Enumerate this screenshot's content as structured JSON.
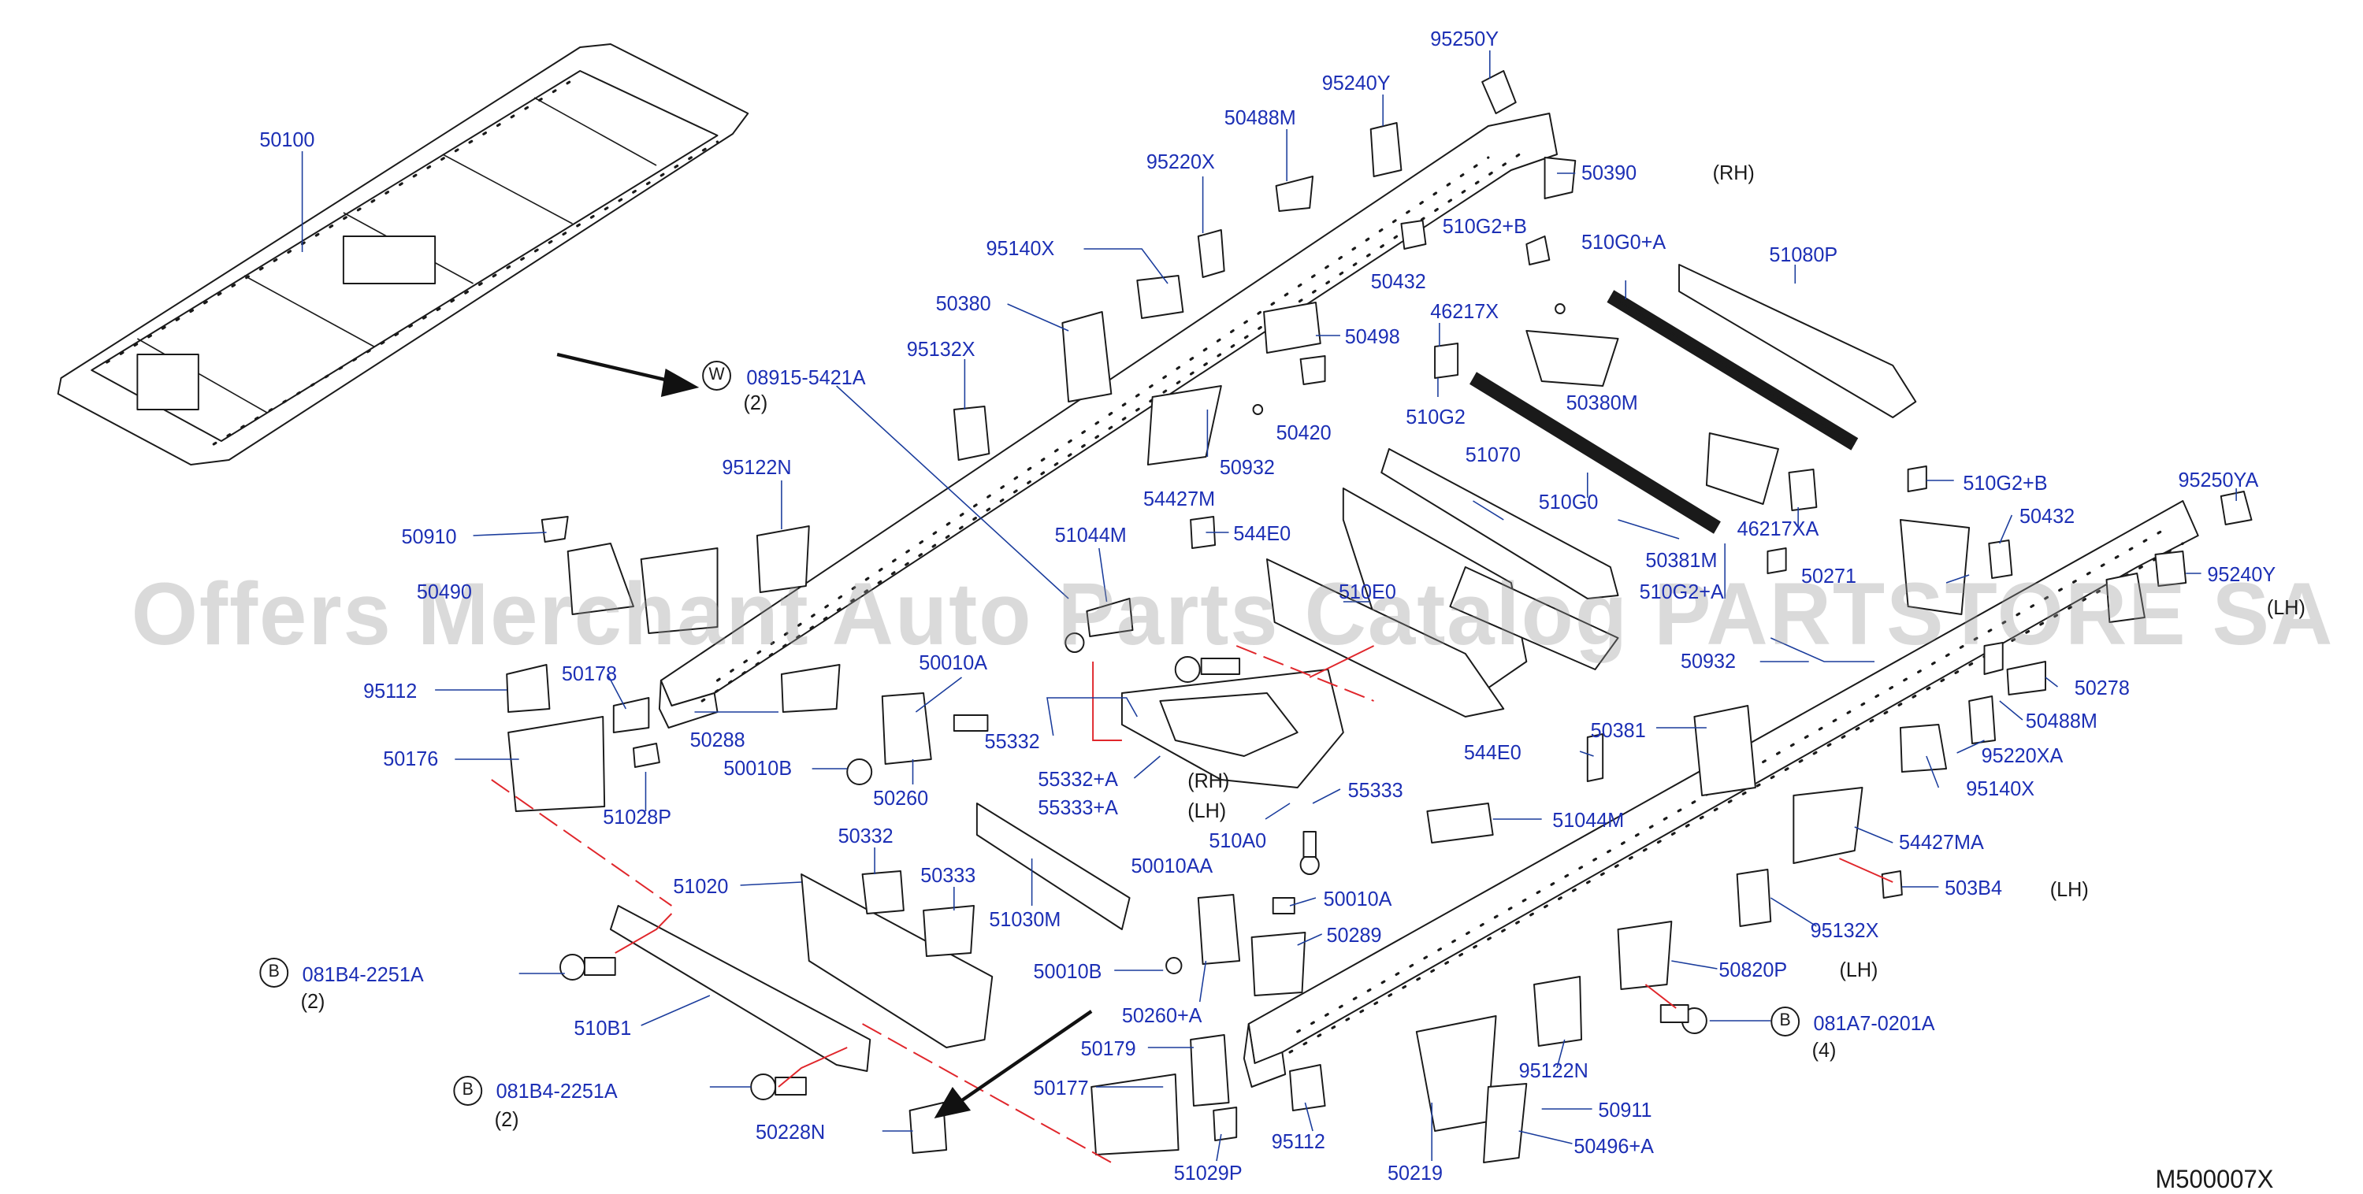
{
  "watermark": "Offers Merchant Auto Parts Catalog PARTSTORE SA",
  "diagram_code": "M500007X",
  "labels": [
    "50100",
    "95250Y",
    "95240Y",
    "50488M",
    "95220X",
    "50390",
    "(RH)",
    "510G2+B",
    "510G0+A",
    "51080P",
    "95140X",
    "50380",
    "50432",
    "46217X",
    "50498",
    "95132X",
    "08915-5421A",
    "(2)",
    "510G2",
    "50380M",
    "50420",
    "50932",
    "54427M",
    "51070",
    "510G0",
    "95122N",
    "510G2+B",
    "95250YA",
    "50432",
    "50910",
    "51044M",
    "544E0",
    "46217XA",
    "50381M",
    "50271",
    "95240Y",
    "50490",
    "510E0",
    "510G2+A",
    "(LH)",
    "95112",
    "50178",
    "50010A",
    "50288",
    "50932",
    "50278",
    "50010B",
    "55332",
    "50260",
    "50488M",
    "50176",
    "55332+A",
    "(RH)",
    "55333",
    "51028P",
    "55333+A",
    "(LH)",
    "544E0",
    "50381",
    "95220XA",
    "510A0",
    "51044M",
    "95140X",
    "50332",
    "50010AA",
    "54427MA",
    "50333",
    "51020",
    "50010A",
    "503B4",
    "(LH)",
    "51030M",
    "081B4-2251A",
    "(2)",
    "50289",
    "95132X",
    "50010B",
    "50820P",
    "(LH)",
    "50260+A",
    "510B1",
    "081A7-0201A",
    "(4)",
    "50179",
    "95122N",
    "081B4-2251A",
    "(2)",
    "50177",
    "50911",
    "50228N",
    "95112",
    "50496+A",
    "51029P",
    "50219"
  ],
  "markers": {
    "w_symbol": "W",
    "b_symbol": "B"
  }
}
